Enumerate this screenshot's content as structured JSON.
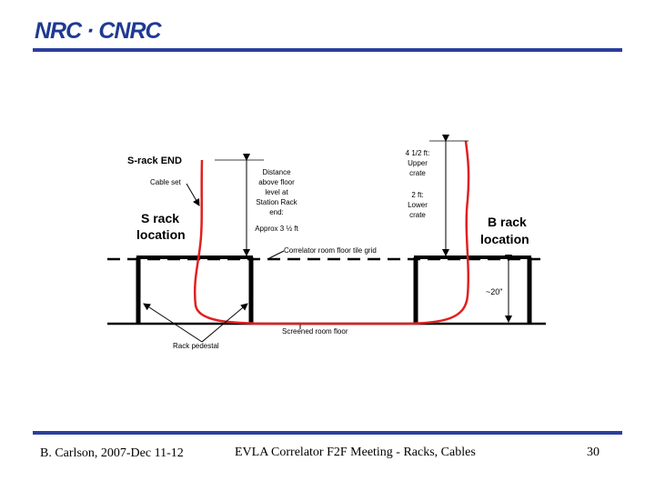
{
  "header": {
    "logo_text": "NRC · CNRC",
    "brand_color": "#2b3f9e"
  },
  "diagram": {
    "s_rack_end": "S-rack END",
    "cable_set": "Cable set",
    "s_rack_location_1": "S rack",
    "s_rack_location_2": "location",
    "distance_lines": [
      "Distance",
      "above floor",
      "level at",
      "Station Rack",
      "end:",
      "Approx 3 ½ ft"
    ],
    "upper_crate_lines": [
      "4 1/2 ft:",
      "Upper",
      "crate"
    ],
    "lower_crate_lines": [
      "2 ft:",
      "Lower",
      "crate"
    ],
    "b_rack_location_1": "B rack",
    "b_rack_location_2": "location",
    "tile_grid": "Correlator room floor tile grid",
    "twenty_inch": "~20\"",
    "screened_floor": "Screened room floor",
    "rack_pedestal": "Rack pedestal",
    "cable_color": "#e02020"
  },
  "footer": {
    "author_date": "B. Carlson, 2007-Dec 11-12",
    "meeting_title": "EVLA Correlator F2F Meeting - Racks, Cables",
    "page_number": "30"
  }
}
